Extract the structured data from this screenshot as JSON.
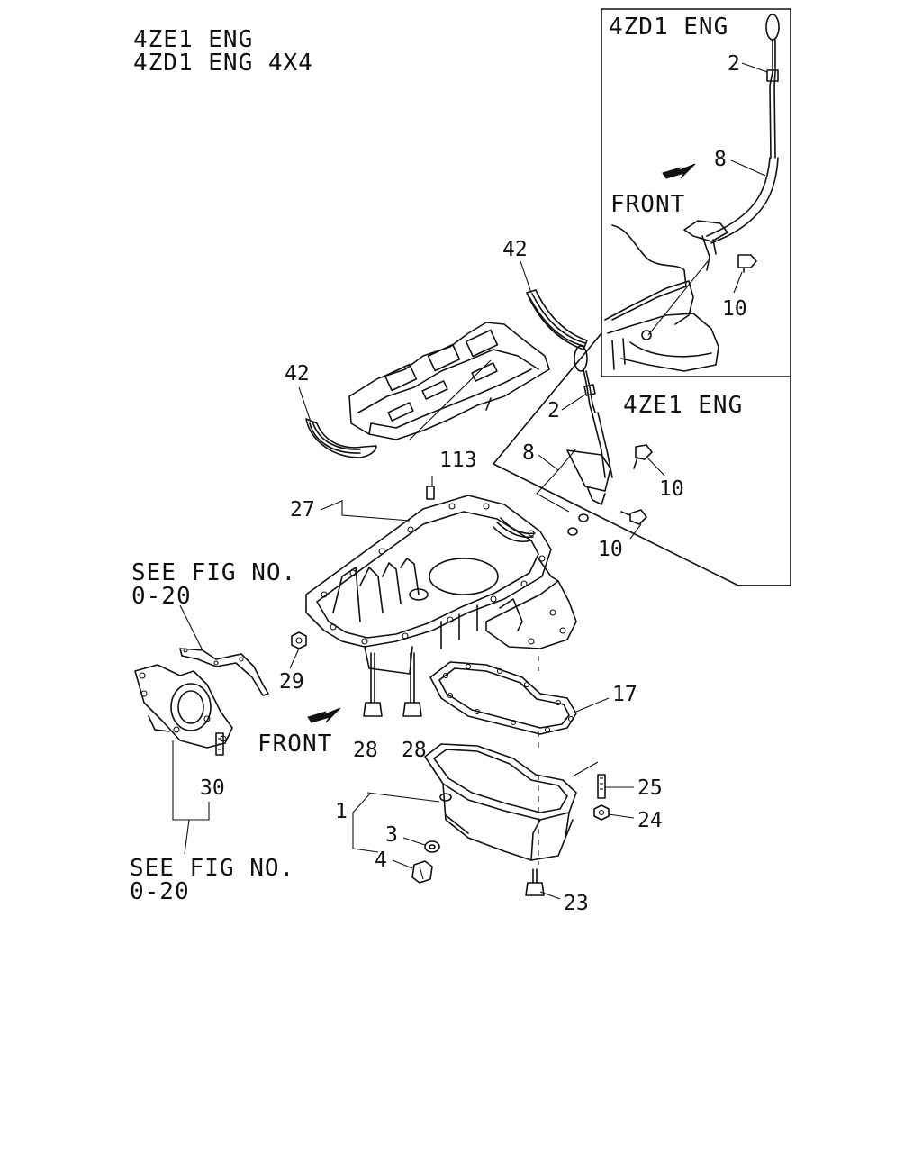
{
  "header": {
    "line1": "4ZE1 ENG",
    "line2": "4ZD1 ENG 4X4"
  },
  "inset_4zd1": {
    "title": "4ZD1 ENG",
    "front_label": "FRONT",
    "callouts": {
      "dipstick": "2",
      "guide_tube": "8",
      "bolt": "10"
    }
  },
  "inset_4ze1": {
    "title": "4ZE1 ENG",
    "callouts": {
      "dipstick": "2",
      "guide_tube": "8",
      "bolt_upper": "10",
      "bolt_lower": "10"
    }
  },
  "main": {
    "front_label": "FRONT",
    "see_fig_top": {
      "line1": "SEE FIG NO.",
      "line2": "0-20"
    },
    "see_fig_bottom": {
      "line1": "SEE FIG NO.",
      "line2": "0-20"
    },
    "callouts": {
      "bearing_top": "42",
      "bearing_left": "42",
      "stud_113": "113",
      "upper_pan": "27",
      "nut_29": "29",
      "bolt_28a": "28",
      "bolt_28b": "28",
      "gasket": "17",
      "lower_pan": "1",
      "washer": "3",
      "drain_plug": "4",
      "stud_25": "25",
      "nut_24": "24",
      "bolt_23": "23",
      "stud_30": "30"
    }
  }
}
